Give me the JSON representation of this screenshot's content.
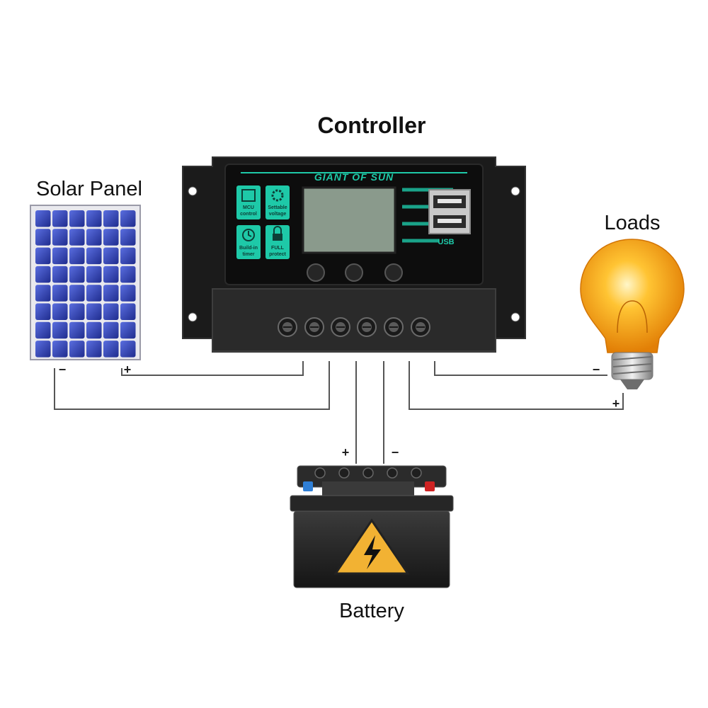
{
  "labels": {
    "controller": "Controller",
    "solar_panel": "Solar Panel",
    "loads": "Loads",
    "battery": "Battery"
  },
  "controller_panel": {
    "brand": "GIANT OF SUN",
    "usb": "USB",
    "features": [
      {
        "line1": "MCU",
        "line2": "control",
        "icon": "chip-icon"
      },
      {
        "line1": "Settable",
        "line2": "voltage",
        "icon": "gear-icon"
      },
      {
        "line1": "Build-in",
        "line2": "timer",
        "icon": "clock-icon"
      },
      {
        "line1": "FULL",
        "line2": "protect",
        "icon": "lock-icon"
      }
    ]
  },
  "polarity": {
    "panel_minus": "−",
    "panel_plus": "+",
    "battery_plus": "+",
    "battery_minus": "−",
    "load_minus": "−",
    "load_plus": "+"
  },
  "colors": {
    "accent_teal": "#1ec9a8",
    "controller_body": "#1a1a1a",
    "panel_cell": "#2f3fb0",
    "bulb": "#f5a511",
    "warning": "#f2b233"
  }
}
